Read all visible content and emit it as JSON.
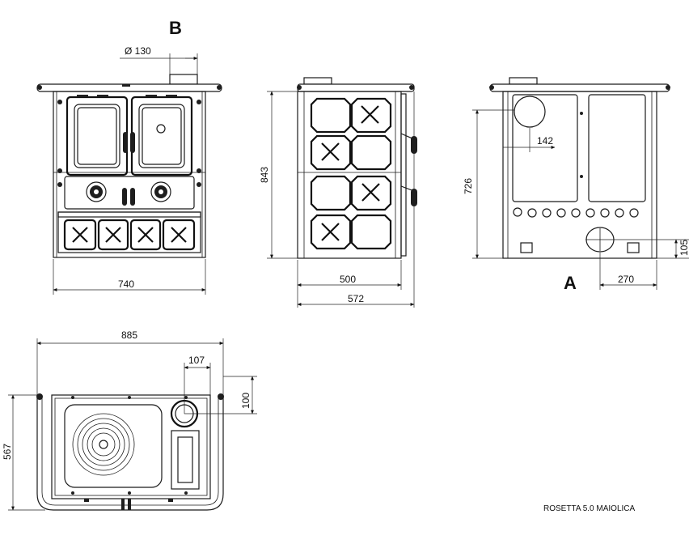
{
  "views": {
    "front": {
      "view_letter": "B",
      "flue_diameter_label": "Ø 130",
      "width_label": "740"
    },
    "side": {
      "height_label": "843",
      "body_depth_label": "500",
      "overall_depth_label": "572"
    },
    "rear": {
      "view_letter": "A",
      "height_label": "726",
      "flue_offset_label": "142",
      "inlet_height_label": "105",
      "inlet_offset_label": "270"
    },
    "top": {
      "overall_width_label": "885",
      "depth_label": "567",
      "flue_x_label": "107",
      "flue_y_label": "100"
    }
  },
  "model_caption": "ROSETTA 5.0 MAIOLICA"
}
